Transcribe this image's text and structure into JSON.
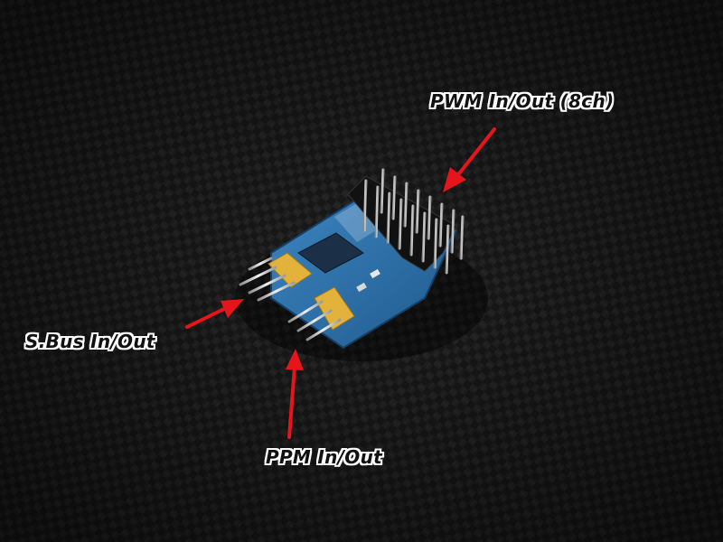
{
  "labels": {
    "pwm": "PWM In/Out (8ch)",
    "sbus": "S.Bus In/Out",
    "ppm": "PPM In/Out"
  },
  "colors": {
    "arrow": "#e8141b",
    "label_text": "#111111",
    "label_outline": "#ffffff",
    "background": "#1b1b1b",
    "pcb": "#2b6fa8",
    "pins": "#c8c8c8",
    "headers_yellow": "#e2b23a"
  }
}
